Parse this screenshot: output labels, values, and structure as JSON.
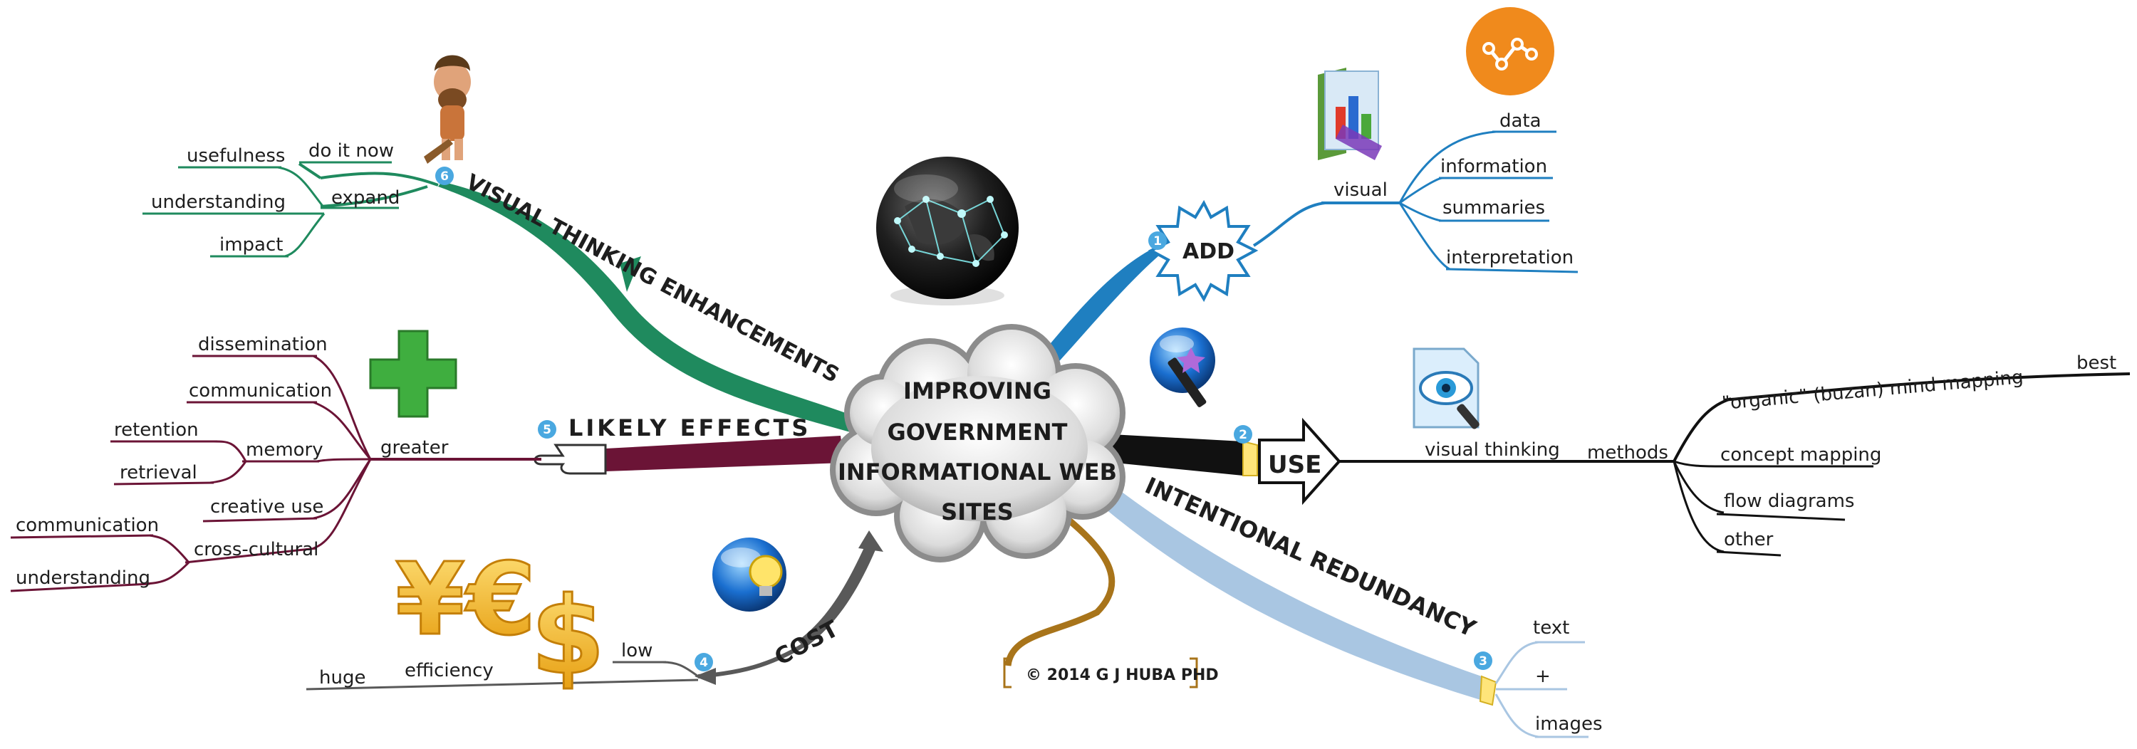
{
  "center": {
    "lines": [
      "IMPROVING",
      "GOVERNMENT",
      "INFORMATIONAL WEB",
      "SITES"
    ]
  },
  "branches": {
    "add": {
      "number": "1",
      "title": "ADD",
      "visual": "visual",
      "children": [
        "data",
        "information",
        "summaries",
        "interpretation"
      ]
    },
    "use": {
      "number": "2",
      "title": "USE",
      "visual_thinking": "visual thinking",
      "methods": "methods",
      "organic": "\"organic\" (buzan) mind mapping",
      "best": "best",
      "others": [
        "concept mapping",
        "flow diagrams",
        "other"
      ]
    },
    "redundancy": {
      "number": "3",
      "title": "INTENTIONAL REDUNDANCY",
      "children": [
        "text",
        "+",
        "images"
      ]
    },
    "cost": {
      "number": "4",
      "title": "COST",
      "low": "low",
      "efficiency": "efficiency",
      "huge": "huge"
    },
    "effects": {
      "number": "5",
      "title": "LIKELY EFFECTS",
      "greater": "greater",
      "dissemination": "dissemination",
      "communication": "communication",
      "memory": "memory",
      "retention": "retention",
      "retrieval": "retrieval",
      "creative_use": "creative use",
      "cross_cultural": "cross-cultural",
      "cc_communication": "communication",
      "cc_understanding": "understanding"
    },
    "visual_thinking": {
      "number": "6",
      "title": "VISUAL THINKING ENHANCEMENTS",
      "do_it_now": "do it now",
      "expand": "expand",
      "usefulness": "usefulness",
      "understanding": "understanding",
      "impact": "impact"
    }
  },
  "copyright": "© 2014 G J HUBA PHD",
  "currency_symbols": [
    "¥",
    "€",
    "$"
  ],
  "colors": {
    "add": "#1f7fc0",
    "use": "#111111",
    "redundancy": "#a9c6e2",
    "cost": "#595959",
    "effects": "#6b1436",
    "visual_thinking": "#1f8a5e",
    "copyright": "#a8741a",
    "badge": "#4aa8e0",
    "currency": "#f2b619"
  },
  "icons": [
    "globe-icon",
    "caveman-icon",
    "chart-circle-icon",
    "folder-chart-icon",
    "magic-wand-globe-icon",
    "eye-document-icon",
    "green-plus-icon",
    "lightbulb-globe-icon",
    "pointing-hand-icon"
  ]
}
